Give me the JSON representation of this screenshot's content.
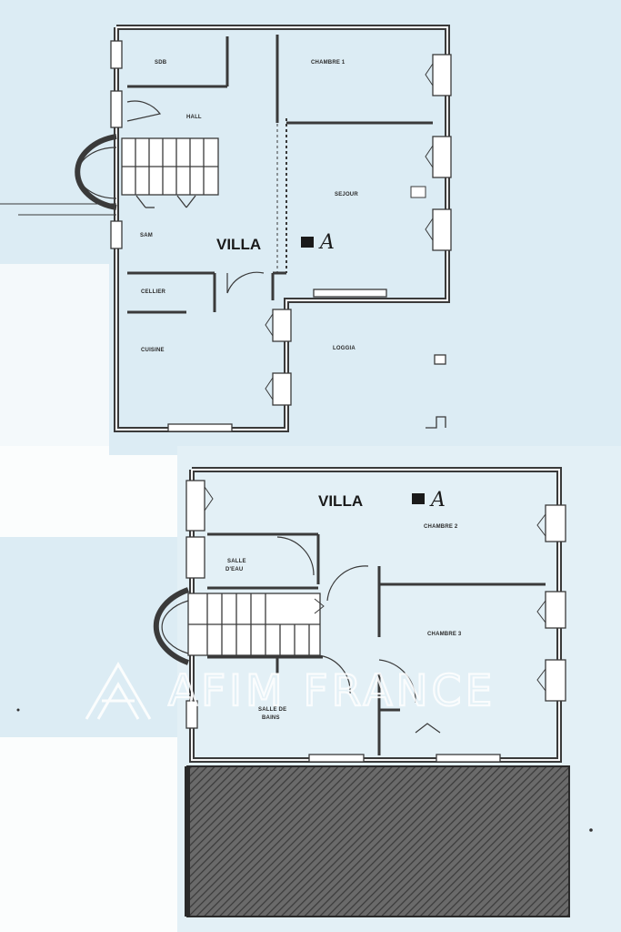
{
  "plans": [
    {
      "title": "VILLA",
      "unit_letter": "A",
      "rooms": {
        "sdb": "SDB",
        "chambre1": "CHAMBRE 1",
        "hall": "HALL",
        "sejour": "SEJOUR",
        "sam": "SAM",
        "cellier": "CELLIER",
        "cuisine": "CUISINE",
        "loggia": "LOGGIA"
      }
    },
    {
      "title": "VILLA",
      "unit_letter": "A",
      "rooms": {
        "chambre2": "CHAMBRE 2",
        "salle_eau_1": "SALLE",
        "salle_eau_2": "D'EAU",
        "chambre3": "CHAMBRE 3",
        "salle_bains_1": "SALLE DE",
        "salle_bains_2": "BAINS"
      }
    }
  ],
  "watermark": "AFIM FRANCE",
  "colors": {
    "background_tint": "#dcecf4",
    "wall": "#3a3a3a",
    "hatch": "#555555"
  }
}
